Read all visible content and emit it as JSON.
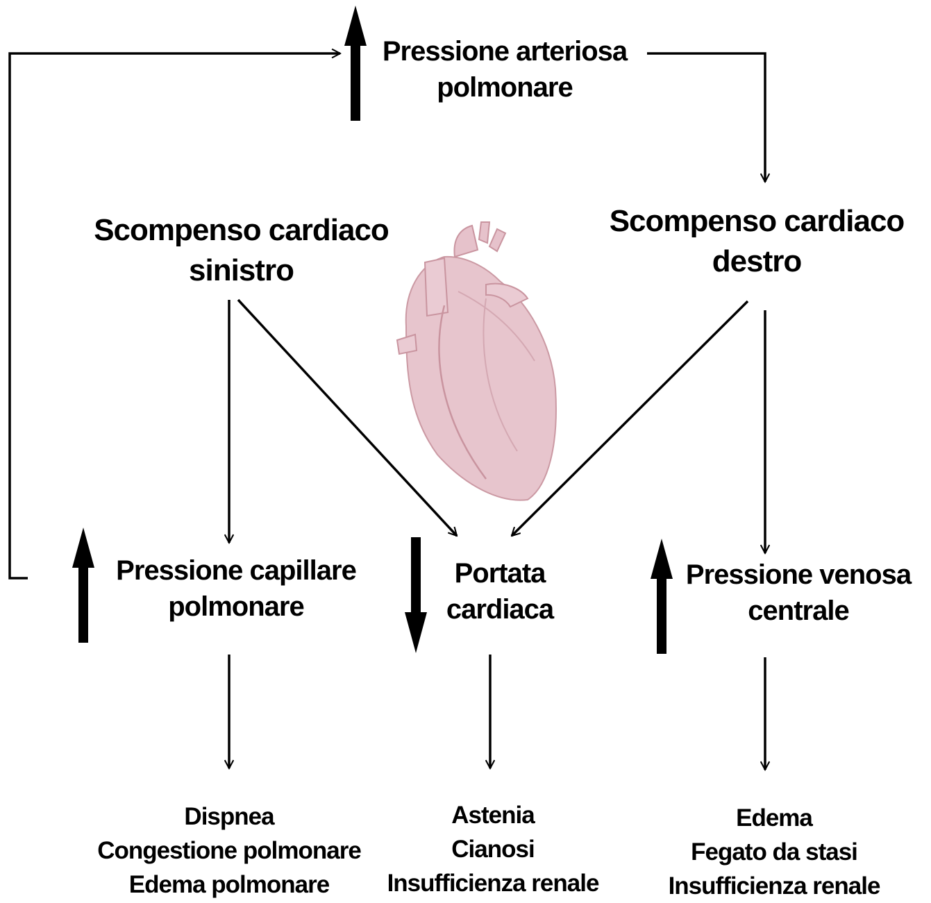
{
  "labels": {
    "pressione_arteriosa": [
      "Pressione arteriosa",
      "polmonare"
    ],
    "scompenso_sinistro": [
      "Scompenso cardiaco",
      "sinistro"
    ],
    "scompenso_destro": [
      "Scompenso cardiaco",
      "destro"
    ],
    "pressione_capillare": [
      "Pressione capillare",
      "polmonare"
    ],
    "portata_cardiaca": [
      "Portata",
      "cardiaca"
    ],
    "pressione_venosa": [
      "Pressione venosa",
      "centrale"
    ]
  },
  "symptoms": {
    "left": [
      "Dispnea",
      "Congestione polmonare",
      "Edema polmonare"
    ],
    "center": [
      "Astenia",
      "Cianosi",
      "Insufficienza renale"
    ],
    "right": [
      "Edema",
      "Fegato da stasi",
      "Insufficienza renale"
    ]
  },
  "trends": {
    "pressione_arteriosa": "up",
    "pressione_capillare": "up",
    "portata_cardiaca": "down",
    "pressione_venosa": "up"
  },
  "colors": {
    "heart": "#e6c2cb",
    "heart_shade": "#c9949f",
    "line": "#000000"
  },
  "icons": {
    "heart": "heart-illustration",
    "up_arrow": "bold-up-arrow",
    "down_arrow": "bold-down-arrow"
  }
}
